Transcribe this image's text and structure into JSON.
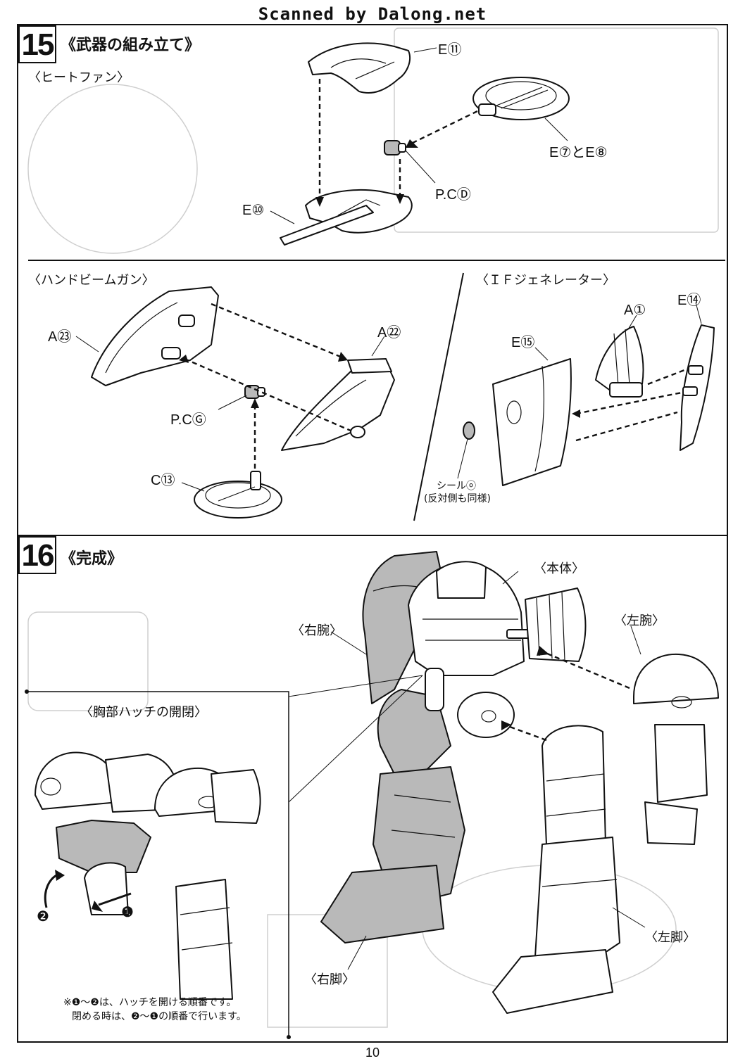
{
  "header": {
    "scanner_text": "Scanned by Dalong.net"
  },
  "step15": {
    "number": "15",
    "title": "《武器の組み立て》",
    "heat_fan": {
      "heading": "〈ヒートファン〉",
      "labels": {
        "e11": "E⑪",
        "e7_e8": "E⑦とE⑧",
        "pcd": "P.CⒹ",
        "e10": "E⑩"
      }
    },
    "hand_beam_gun": {
      "heading": "〈ハンドビームガン〉",
      "labels": {
        "a23": "A㉓",
        "a22": "A㉒",
        "pcg": "P.CⒼ",
        "c13": "C⑬"
      }
    },
    "if_generator": {
      "heading": "〈ＩＦジェネレーター〉",
      "labels": {
        "a1": "A①",
        "e14": "E⑭",
        "e15": "E⑮"
      },
      "seal_label": "シールⓞ",
      "seal_note": "(反対側も同様)"
    }
  },
  "step16": {
    "number": "16",
    "title": "《完成》",
    "labels": {
      "body": "〈本体〉",
      "right_arm": "〈右腕〉",
      "left_arm": "〈左腕〉",
      "right_leg": "〈右脚〉",
      "left_leg": "〈左脚〉"
    },
    "hatch": {
      "heading": "〈胸部ハッチの開閉〉",
      "marker_1": "❶",
      "marker_2": "❷",
      "note_line1": "※❶〜❷は、ハッチを開ける順番です。",
      "note_line2": "閉める時は、❷〜❶の順番で行います。"
    }
  },
  "footer": {
    "page_number": "10"
  }
}
